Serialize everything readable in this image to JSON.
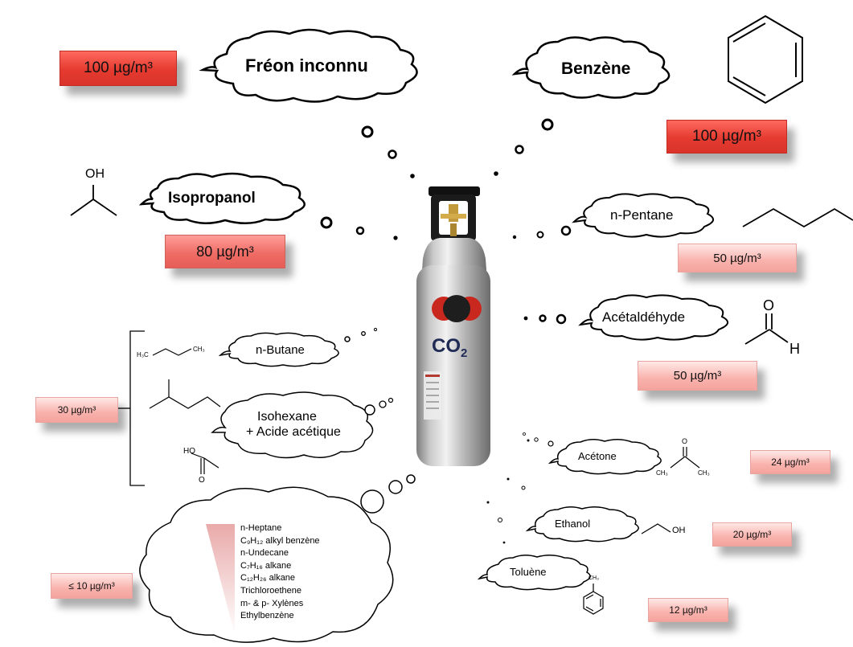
{
  "center": {
    "molecule_label": "CO",
    "molecule_subscript": "2"
  },
  "compounds": {
    "freon": {
      "name": "Fréon inconnu",
      "concentration": "100 µg/m³"
    },
    "benzene": {
      "name": "Benzène",
      "concentration": "100 µg/m³"
    },
    "isopropanol": {
      "name": "Isopropanol",
      "concentration": "80 µg/m³",
      "formula_label": "OH"
    },
    "pentane": {
      "name": "n-Pentane",
      "concentration": "50 µg/m³"
    },
    "acetaldehyde": {
      "name": "Acétaldéhyde",
      "concentration": "50 µg/m³",
      "atom_o": "O",
      "atom_h": "H"
    },
    "butane": {
      "name": "n-Butane",
      "formula_left": "H₃C",
      "formula_right": "CH₃"
    },
    "isohexane": {
      "name_line1": "Isohexane",
      "name_line2": "+ Acide acétique",
      "acid_label": "HO",
      "acid_o": "O"
    },
    "group_30": {
      "concentration": "30 µg/m³"
    },
    "acetone": {
      "name": "Acétone",
      "concentration": "24 µg/m³",
      "atom_o": "O",
      "ch3_left": "CH₃",
      "ch3_right": "CH₃"
    },
    "ethanol": {
      "name": "Ethanol",
      "concentration": "20 µg/m³",
      "atom_oh": "OH"
    },
    "toluene": {
      "name": "Toluène",
      "concentration": "12 µg/m³",
      "atom_ch3": "CH₃"
    },
    "minor": {
      "concentration": "≤ 10 µg/m³",
      "items": [
        "n-Heptane",
        "C₉H₁₂ alkyl benzène",
        "n-Undecane",
        "C₇H₁₆ alkane",
        "C₁₂H₂₆ alkane",
        "Trichloroethene",
        "m- & p- Xylènes",
        "Ethylbenzène"
      ]
    }
  },
  "colors": {
    "strong_red": "#e53a30",
    "medium_red": "#ef6d66",
    "light_red": "#f9b2ad"
  }
}
